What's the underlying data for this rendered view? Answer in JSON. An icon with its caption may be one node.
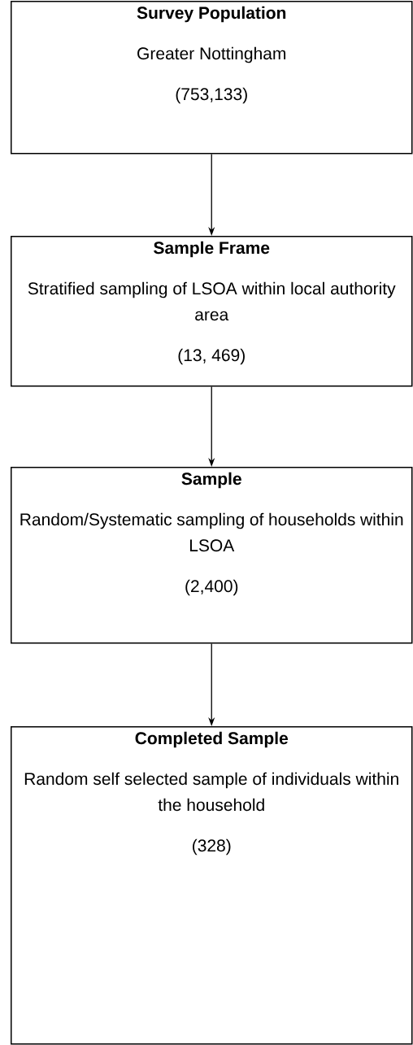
{
  "diagram": {
    "nodes": [
      {
        "text": [
          "Survey Population",
          "Greater Nottingham",
          "(753,133)"
        ]
      },
      {
        "text": [
          "Sample Frame",
          "Stratified sampling of LSOA within local authority area",
          "(13, 469)"
        ]
      },
      {
        "text": [
          "Sample",
          "Random/Systematic sampling of households within LSOA",
          "(2,400)"
        ]
      },
      {
        "text": [
          "Completed Sample",
          "Random self selected sample of individuals within the household",
          "(328)"
        ]
      }
    ],
    "edges": [
      {
        "from": 0,
        "to": 1,
        "arrow": "to"
      },
      {
        "from": 1,
        "to": 2,
        "arrow": "to"
      },
      {
        "from": 2,
        "to": 3,
        "arrow": "to"
      }
    ]
  }
}
